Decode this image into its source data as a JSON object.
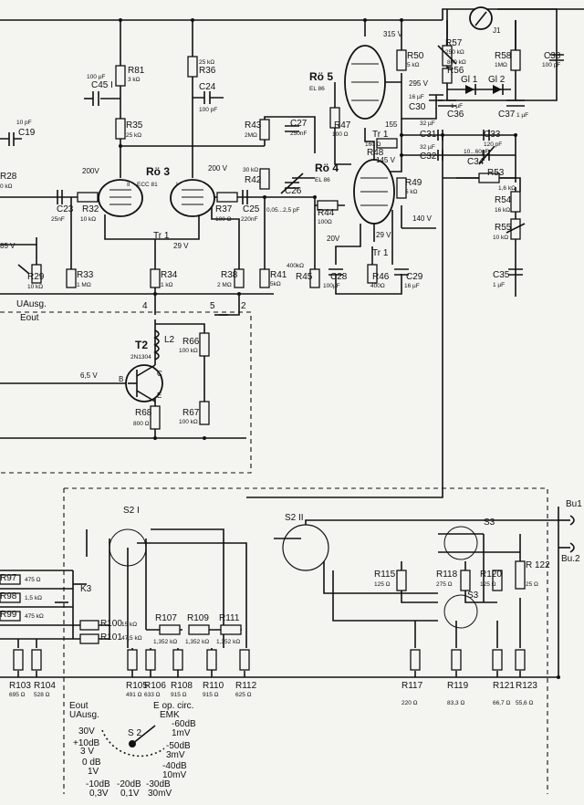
{
  "tubes": {
    "ro3": {
      "name": "Rö 3",
      "type": "ECC 81",
      "sys2": "II",
      "sys1": "I",
      "left_v": "200V",
      "right_v": "200 V"
    },
    "ro4": {
      "name": "Rö 4",
      "type": "EL 86"
    },
    "ro5": {
      "name": "Rö 5",
      "type": "EL 86"
    }
  },
  "transistor": {
    "name": "T2",
    "type": "2N1304",
    "b": "B",
    "c": "C",
    "e": "E"
  },
  "meter": {
    "name": "J1"
  },
  "voltages": {
    "v315": "315 V",
    "v295": "295 V",
    "v155": "155",
    "v145": "145 V",
    "v140": "140 V",
    "v29a": "29 V",
    "v29b": "29 V",
    "v20": "20V",
    "v65": "6,5 V",
    "v85": "85 V"
  },
  "components": {
    "R81": {
      "ref": "R81",
      "val": "3 kΩ"
    },
    "R36": {
      "ref": "R36",
      "val": "25 kΩ"
    },
    "C45": {
      "ref": "C45 I",
      "val": "100 µF"
    },
    "C24": {
      "ref": "C24",
      "val": "100 pF"
    },
    "R35": {
      "ref": "R35",
      "val": "25 kΩ"
    },
    "C19": {
      "ref": "C19",
      "val": "10 pF"
    },
    "R28": {
      "ref": "R28",
      "val": "0 kΩ"
    },
    "R43": {
      "ref": "R43",
      "val": "2MΩ"
    },
    "C27": {
      "ref": "C27",
      "val": "250nF"
    },
    "R42": {
      "ref": "R42",
      "val": "30 kΩ"
    },
    "C26": {
      "ref": "C26",
      "val": ""
    },
    "C23": {
      "ref": "C23",
      "val": "25nF"
    },
    "R32": {
      "ref": "R32",
      "val": "10 kΩ"
    },
    "R37": {
      "ref": "R37",
      "val": "100 Ω"
    },
    "C25": {
      "ref": "C25",
      "val": "220nF"
    },
    "C26range": {
      "ref": "",
      "val": "0,05...2,5 pF"
    },
    "R44": {
      "ref": "R44",
      "val": "100Ω"
    },
    "R41": {
      "ref": "R41",
      "val": "5kΩ"
    },
    "R45": {
      "ref": "R45",
      "val": "400kΩ"
    },
    "R29": {
      "ref": "R29",
      "val": "10 kΩ"
    },
    "R33": {
      "ref": "R33",
      "val": "1 MΩ"
    },
    "R34": {
      "ref": "R34",
      "val": "1 kΩ"
    },
    "R38": {
      "ref": "R38",
      "val": "2 MΩ"
    },
    "R50": {
      "ref": "R50",
      "val": "5 kΩ"
    },
    "C30": {
      "ref": "C30",
      "val": "16 µF"
    },
    "R47": {
      "ref": "R47",
      "val": "100 Ω"
    },
    "R48": {
      "ref": "R48",
      "val": "160 Ω"
    },
    "C31": {
      "ref": "C31",
      "val": "32 µF"
    },
    "C32": {
      "ref": "C32",
      "val": "32 µF"
    },
    "R49": {
      "ref": "R49",
      "val": "5 kΩ"
    },
    "C28": {
      "ref": "C28",
      "val": "100µF"
    },
    "R46": {
      "ref": "R46",
      "val": "400Ω"
    },
    "C29": {
      "ref": "C29",
      "val": "16 µF"
    },
    "R57": {
      "ref": "R57",
      "val": "250 kΩ"
    },
    "R56": {
      "ref": "R56",
      "val": "800 kΩ"
    },
    "R58": {
      "ref": "R58",
      "val": "1MΩ"
    },
    "C38": {
      "ref": "C38",
      "val": "100 pF"
    },
    "C36": {
      "ref": "C36",
      "val": "1 µF"
    },
    "C37": {
      "ref": "C37",
      "val": "1 µF"
    },
    "Gl1": {
      "ref": "Gl 1",
      "val": ""
    },
    "Gl2": {
      "ref": "Gl 2",
      "val": ""
    },
    "C33": {
      "ref": "C33",
      "val": "120 pF"
    },
    "C34": {
      "ref": "C34",
      "val": "10...60pF"
    },
    "R53": {
      "ref": "R53",
      "val": "1,6 kΩ"
    },
    "R54": {
      "ref": "R54",
      "val": "16 kΩ"
    },
    "R55": {
      "ref": "R55",
      "val": "10 kΩ"
    },
    "C35": {
      "ref": "C35",
      "val": "1 µF"
    },
    "L2": {
      "ref": "L2",
      "val": ""
    },
    "R66": {
      "ref": "R66",
      "val": "100 kΩ"
    },
    "R67": {
      "ref": "R67",
      "val": "100 kΩ"
    },
    "R68": {
      "ref": "R68",
      "val": "800 Ω"
    },
    "R97": {
      "ref": "R97",
      "val": "475 Ω"
    },
    "R98": {
      "ref": "R98",
      "val": "1,5 kΩ"
    },
    "R99": {
      "ref": "R99",
      "val": "475 kΩ"
    },
    "R100": {
      "ref": "R100",
      "val": "15 kΩ"
    },
    "R101": {
      "ref": "R101",
      "val": "47,5 kΩ"
    },
    "R103": {
      "ref": "R103",
      "val": "695 Ω"
    },
    "R104": {
      "ref": "R104",
      "val": "528 Ω"
    },
    "R105": {
      "ref": "R105",
      "val": "491 Ω"
    },
    "R106": {
      "ref": "R106",
      "val": "633 Ω"
    },
    "R107": {
      "ref": "R107",
      "val": "1,352 kΩ"
    },
    "R108": {
      "ref": "R108",
      "val": "915 Ω"
    },
    "R109": {
      "ref": "R109",
      "val": "1,352 kΩ"
    },
    "R110": {
      "ref": "R110",
      "val": "915 Ω"
    },
    "R111": {
      "ref": "R111",
      "val": "1,352 kΩ"
    },
    "R112": {
      "ref": "R112",
      "val": "625 Ω"
    },
    "R115": {
      "ref": "R115",
      "val": "125 Ω"
    },
    "R118": {
      "ref": "R118",
      "val": "275 Ω"
    },
    "R120": {
      "ref": "R120",
      "val": "125 Ω"
    },
    "R122": {
      "ref": "R 122",
      "val": "25 Ω"
    },
    "R117": {
      "ref": "R117",
      "val": "220 Ω"
    },
    "R119": {
      "ref": "R119",
      "val": "83,3 Ω"
    },
    "R121": {
      "ref": "R121",
      "val": "66,7 Ω"
    },
    "R123": {
      "ref": "R123",
      "val": "55,6 Ω"
    }
  },
  "misc": {
    "tr1a": "Tr 1",
    "tr1b": "Tr 1",
    "tr1c": "Tr 1",
    "n4": "4",
    "n5": "5",
    "n2": "2",
    "uausg": "UAusg.",
    "eout": "Eout",
    "k3": "K3",
    "s2i": "S2 I",
    "s2ii": "S2 II",
    "s3a": "S3",
    "s3b": "S3",
    "bu1": "Bu1",
    "bu2": "Bu.2"
  },
  "dial": {
    "s2": "S 2",
    "eout": "Eout",
    "uausg": "UAusg.",
    "eop": "E op. circ.",
    "emk": "EMK",
    "left": [
      "30V",
      "+10dB",
      "3 V",
      "0 dB",
      "1V",
      "-10dB",
      "0,3V"
    ],
    "bottom": [
      "-20dB",
      "0,1V",
      "-30dB",
      "30mV"
    ],
    "right": [
      "-60dB",
      "1mV",
      "-50dB",
      "3mV",
      "-40dB",
      "10mV"
    ]
  }
}
